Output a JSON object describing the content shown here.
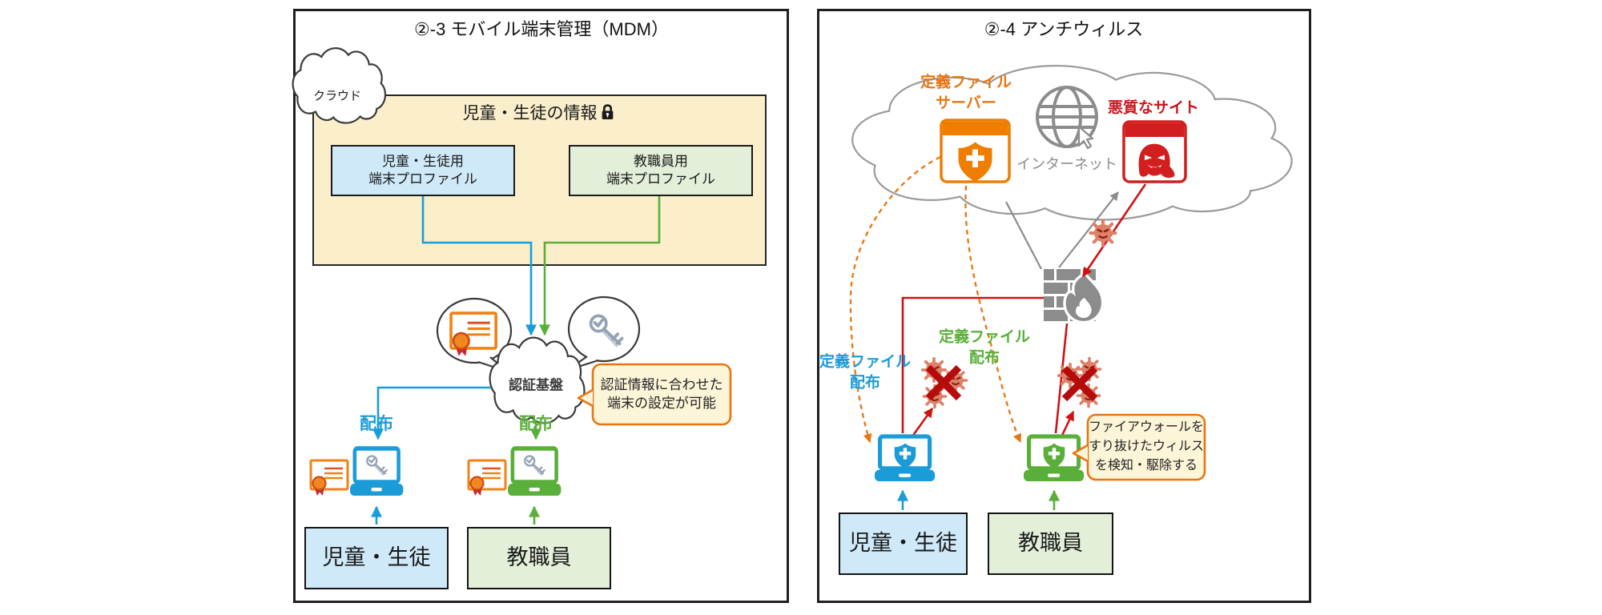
{
  "colors": {
    "blue": "#1b9cd8",
    "green": "#5aaf3a",
    "orange": "#e87511",
    "red": "#c9171e",
    "gray": "#8c8c8c",
    "yellow_fill": "#faeecb",
    "blue_fill": "#cfe9f8",
    "green_fill": "#e3efd9",
    "callout_fill": "#fdf5d8",
    "virus": "#dd8168"
  },
  "icons": {
    "lock": "padlock",
    "certificate": "certificate-with-ribbon",
    "keys": "key-pair",
    "cloud": "cloud",
    "laptop": "laptop",
    "shield": "shield-plus",
    "globe": "internet-globe-with-cursor",
    "firewall": "brick-wall-with-flame",
    "virus": "virus-spiky-ball",
    "x_mark": "red-x",
    "ghost": "malicious-ghost"
  },
  "left_panel": {
    "title": "②-3 モバイル端末管理（MDM）",
    "cloud_label": "クラウド",
    "info_title": "児童・生徒の情報",
    "student_profile": {
      "line1": "児童・生徒用",
      "line2": "端末プロファイル"
    },
    "teacher_profile": {
      "line1": "教職員用",
      "line2": "端末プロファイル"
    },
    "auth_cloud": "認証基盤",
    "callout": {
      "line1": "認証情報に合わせた",
      "line2": "端末の設定が可能"
    },
    "distribute_student": "配布",
    "distribute_teacher": "配布",
    "student_box": "児童・生徒",
    "teacher_box": "教職員"
  },
  "right_panel": {
    "title": "②-4 アンチウィルス",
    "definition_server": {
      "line1": "定義ファイル",
      "line2": "サーバー"
    },
    "internet_label": "インターネット",
    "bad_site_label": "悪質なサイト",
    "definition_dist_student": {
      "line1": "定義ファイル",
      "line2": "配布"
    },
    "definition_dist_teacher": {
      "line1": "定義ファイル",
      "line2": "配布"
    },
    "callout": {
      "line1": "ファイアウォールを",
      "line2": "すり抜けたウィルス",
      "line3": "を検知・駆除する"
    },
    "student_box": "児童・生徒",
    "teacher_box": "教職員"
  }
}
